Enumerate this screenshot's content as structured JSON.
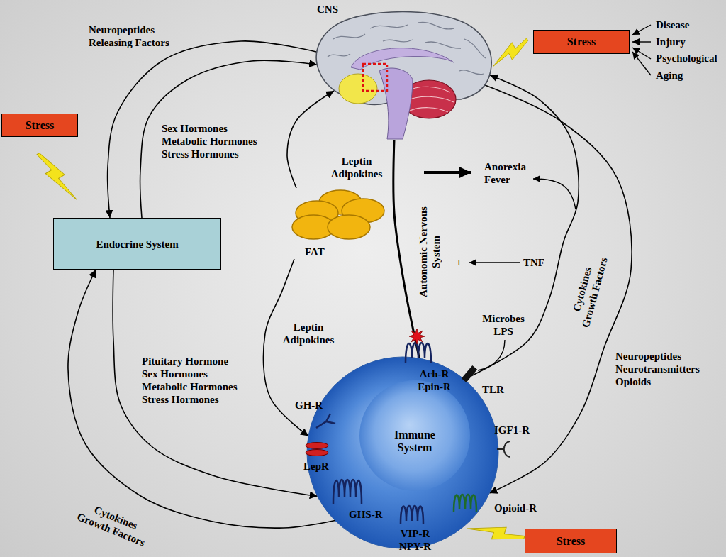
{
  "diagram": {
    "nodes": [
      {
        "text": [
          "CNS"
        ]
      },
      {
        "text": [
          "Stress"
        ]
      },
      {
        "text": [
          "Stress"
        ]
      },
      {
        "text": [
          "Endocrine System"
        ]
      },
      {
        "text": [
          "FAT"
        ]
      },
      {
        "text": [
          "Immune System"
        ]
      },
      {
        "text": [
          "Stress"
        ]
      }
    ],
    "edges": [
      {
        "from": 0,
        "to": 3,
        "label": "Neuropeptides Releasing Factors",
        "arrow": "to"
      },
      {
        "from": 3,
        "to": 0,
        "label": "Sex Hormones Metabolic Hormones Stress Hormones",
        "arrow": "to"
      },
      {
        "from": 4,
        "to": 0,
        "label": "Leptin Adipokines",
        "arrow": "to"
      },
      {
        "from": 0,
        "to": 5,
        "label": "Autonomic Nervous System",
        "arrow": "none"
      },
      {
        "from": 4,
        "to": 5,
        "label": "Leptin Adipokines",
        "arrow": "to"
      },
      {
        "from": 3,
        "to": 5,
        "label": "Pituitary Hormone Sex Hormones Metabolic Hormones Stress Hormones",
        "arrow": "to"
      },
      {
        "from": 5,
        "to": 3,
        "label": "Cytokines Growth Factors",
        "arrow": "to"
      },
      {
        "from": 5,
        "to": 0,
        "label": "Cytokines Growth Factors",
        "arrow": "to"
      },
      {
        "from": 0,
        "to": 5,
        "label": "Neuropeptides Neurotransmitters Opioids",
        "arrow": "to"
      }
    ],
    "labels": [
      "Disease",
      "Injury",
      "Psychological",
      "Aging",
      "Anorexia Fever",
      "+",
      "TNF",
      "Microbes LPS",
      "Ach-R Epin-R",
      "TLR",
      "IGF1-R",
      "GH-R",
      "LepR",
      "GHS-R",
      "VIP-R NPY-R",
      "Opioid-R"
    ]
  }
}
